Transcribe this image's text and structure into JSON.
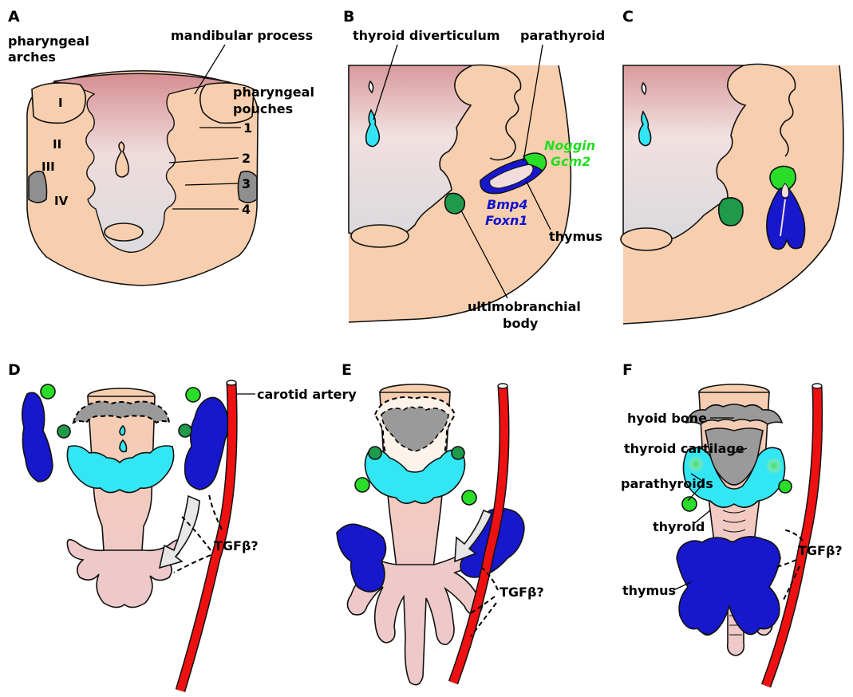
{
  "panels": {
    "A": {
      "letter": "A",
      "pharyngeal_arches": [
        "pharyngeal",
        "arches"
      ],
      "mandibular_process": "mandibular process",
      "pharyngeal_pouches": [
        "pharyngeal",
        "pouches"
      ],
      "arch_numerals": [
        "I",
        "II",
        "III",
        "IV"
      ],
      "pouch_numbers": [
        "1",
        "2",
        "3",
        "4"
      ]
    },
    "B": {
      "letter": "B",
      "thyroid_diverticulum": "thyroid diverticulum",
      "parathyroid": "parathyroid",
      "noggin": "Noggin",
      "gcm2": "Gcm2",
      "bmp4": "Bmp4",
      "foxn1": "Foxn1",
      "thymus": "thymus",
      "ultimobranchial_body": [
        "ultimobranchial",
        "body"
      ]
    },
    "C": {
      "letter": "C"
    },
    "D": {
      "letter": "D",
      "carotid_artery": "carotid artery",
      "tgfb": "TGFβ?"
    },
    "E": {
      "letter": "E",
      "tgfb": "TGFβ?"
    },
    "F": {
      "letter": "F",
      "hyoid_bone": "hyoid bone",
      "thyroid_cartilage": "thyroid cartilage",
      "parathyroids": "parathyroids",
      "thyroid": "thyroid",
      "thymus": "thymus",
      "tgfb": "TGFβ?"
    }
  },
  "colors": {
    "tissue": "#f8cfae",
    "lumen_top": "#d68e92",
    "lumen_bottom": "#e7e7ea",
    "thyroid": "#33e6f3",
    "thymus": "#1717cc",
    "parathyroid": "#29dd29",
    "ultimobranchial": "#1e9a4a",
    "artery": "#ee1111",
    "cartilage": "#9a9a9a"
  }
}
